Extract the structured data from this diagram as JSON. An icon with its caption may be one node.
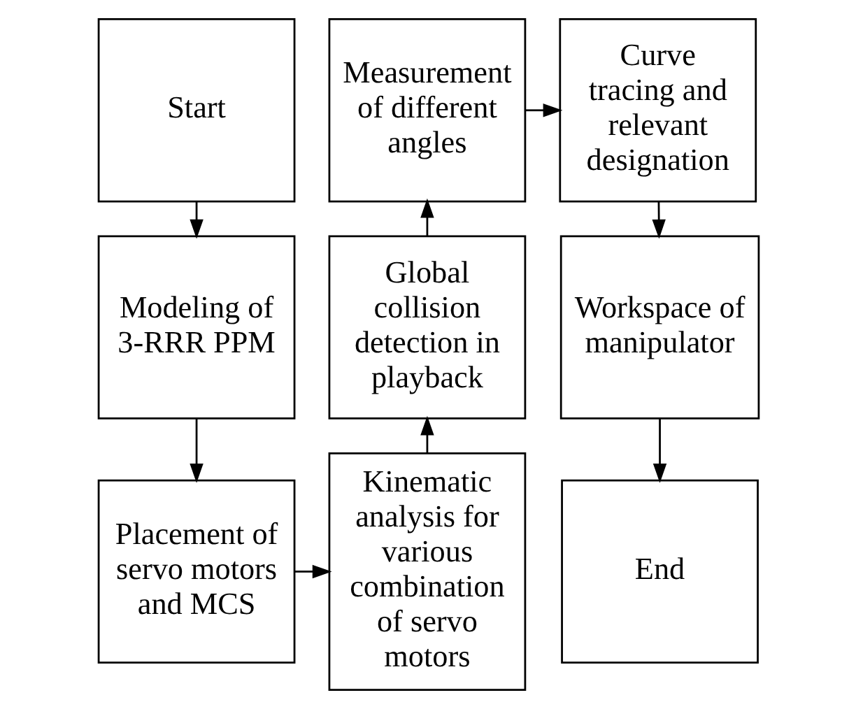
{
  "diagram": {
    "nodes": [
      {
        "text": [
          "Start"
        ]
      },
      {
        "text": [
          "Modeling of 3-RRR PPM"
        ]
      },
      {
        "text": [
          "Placement of servo motors and MCS"
        ]
      },
      {
        "text": [
          "Kinematic analysis for various combination of servo motors"
        ]
      },
      {
        "text": [
          "Global collision detection in playback"
        ]
      },
      {
        "text": [
          "Measurement of different angles"
        ]
      },
      {
        "text": [
          "Curve tracing and relevant designation"
        ]
      },
      {
        "text": [
          "Workspace of manipulator"
        ]
      },
      {
        "text": [
          "End"
        ]
      }
    ],
    "edges": [
      {
        "from": 0,
        "to": 1,
        "arrow": "to"
      },
      {
        "from": 1,
        "to": 2,
        "arrow": "to"
      },
      {
        "from": 2,
        "to": 3,
        "arrow": "to"
      },
      {
        "from": 3,
        "to": 4,
        "arrow": "to"
      },
      {
        "from": 4,
        "to": 5,
        "arrow": "to"
      },
      {
        "from": 5,
        "to": 6,
        "arrow": "to"
      },
      {
        "from": 6,
        "to": 7,
        "arrow": "to"
      },
      {
        "from": 7,
        "to": 8,
        "arrow": "to"
      }
    ]
  }
}
